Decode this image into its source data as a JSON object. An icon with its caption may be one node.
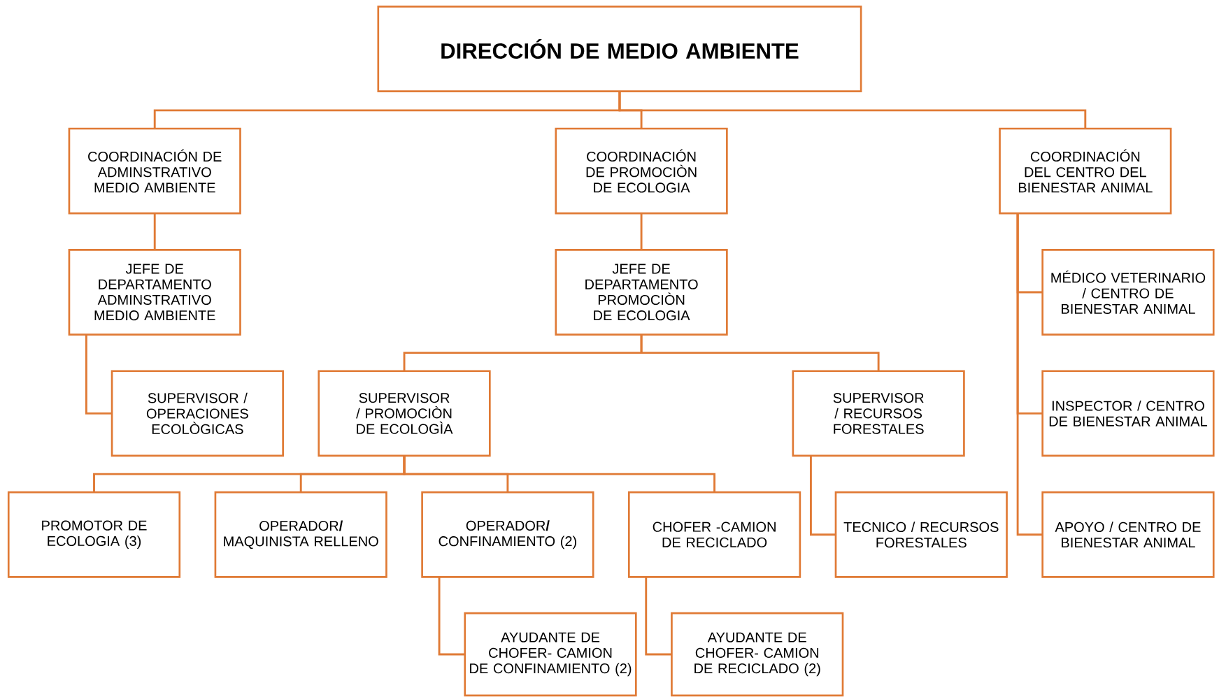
{
  "diagram": {
    "nodes": [
      {
        "text": [
          "DIRECCIÓN DE MEDIO AMBIENTE"
        ]
      },
      {
        "text": [
          "COORDINACIÓN DE ADMINSTRATIVO MEDIO AMBIENTE"
        ]
      },
      {
        "text": [
          "COORDINACIÓN DE PROMOCIÒN DE ECOLOGIA"
        ]
      },
      {
        "text": [
          "COORDINACIÓN DEL CENTRO DEL BIENESTAR ANIMAL"
        ]
      },
      {
        "text": [
          "JEFE DE DEPARTAMENTO ADMINSTRATIVO MEDIO AMBIENTE"
        ]
      },
      {
        "text": [
          "JEFE DE DEPARTAMENTO PROMOCIÒN DE ECOLOGIA"
        ]
      },
      {
        "text": [
          "MÉDICO VETERINARIO / CENTRO DE BIENESTAR ANIMAL"
        ]
      },
      {
        "text": [
          "SUPERVISOR / OPERACIONES ECOLÒGICAS"
        ]
      },
      {
        "text": [
          "SUPERVISOR / PROMOCIÒN DE ECOLOGÌA"
        ]
      },
      {
        "text": [
          "SUPERVISOR / RECURSOS FORESTALES"
        ]
      },
      {
        "text": [
          "INSPECTOR / CENTRO DE BIENESTAR ANIMAL"
        ]
      },
      {
        "text": [
          "PROMOTOR DE ECOLOGIA (3)"
        ]
      },
      {
        "text": [
          "OPERADOR**/** MAQUINISTA RELLENO"
        ]
      },
      {
        "text": [
          "OPERADOR**/** CONFINAMIENTO (2)"
        ]
      },
      {
        "text": [
          "CHOFER -CAMION DE RECICLADO"
        ]
      },
      {
        "text": [
          "TECNICO / RECURSOS FORESTALES"
        ]
      },
      {
        "text": [
          "APOYO / CENTRO DE BIENESTAR ANIMAL"
        ]
      },
      {
        "text": [
          "AYUDANTE DE CHOFER- CAMION DE CONFINAMIENTO (2)"
        ]
      },
      {
        "text": [
          "AYUDANTE DE CHOFER- CAMION DE RECICLADO (2)"
        ]
      }
    ],
    "edges": [
      {
        "from": 0,
        "to": 1,
        "arrow": "none"
      },
      {
        "from": 0,
        "to": 2,
        "arrow": "none"
      },
      {
        "from": 0,
        "to": 3,
        "arrow": "none"
      },
      {
        "from": 1,
        "to": 4,
        "arrow": "none"
      },
      {
        "from": 4,
        "to": 7,
        "arrow": "none"
      },
      {
        "from": 2,
        "to": 5,
        "arrow": "none"
      },
      {
        "from": 5,
        "to": 8,
        "arrow": "none"
      },
      {
        "from": 5,
        "to": 9,
        "arrow": "none"
      },
      {
        "from": 8,
        "to": 11,
        "arrow": "none"
      },
      {
        "from": 8,
        "to": 12,
        "arrow": "none"
      },
      {
        "from": 8,
        "to": 13,
        "arrow": "none"
      },
      {
        "from": 8,
        "to": 14,
        "arrow": "none"
      },
      {
        "from": 13,
        "to": 17,
        "arrow": "none"
      },
      {
        "from": 14,
        "to": 18,
        "arrow": "none"
      },
      {
        "from": 9,
        "to": 15,
        "arrow": "none"
      },
      {
        "from": 3,
        "to": 6,
        "arrow": "none"
      },
      {
        "from": 3,
        "to": 10,
        "arrow": "none"
      },
      {
        "from": 3,
        "to": 16,
        "arrow": "none"
      }
    ]
  }
}
